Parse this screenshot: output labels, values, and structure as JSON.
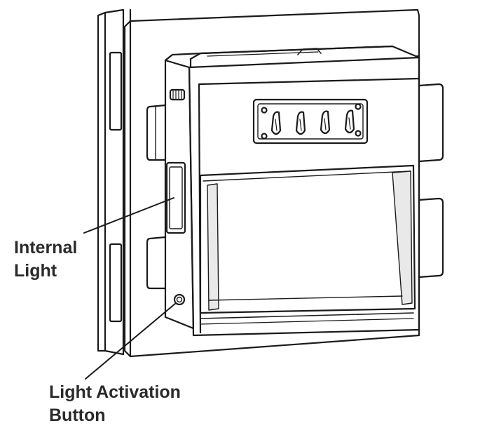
{
  "callouts": {
    "internal_light": {
      "line1": "Internal",
      "line2": "Light"
    },
    "light_activation_button": {
      "line1": "Light Activation",
      "line2": "Button"
    }
  },
  "colors": {
    "stroke": "#1a1a1a",
    "shade": "#e9e9e9",
    "text": "#2a2a2a"
  }
}
